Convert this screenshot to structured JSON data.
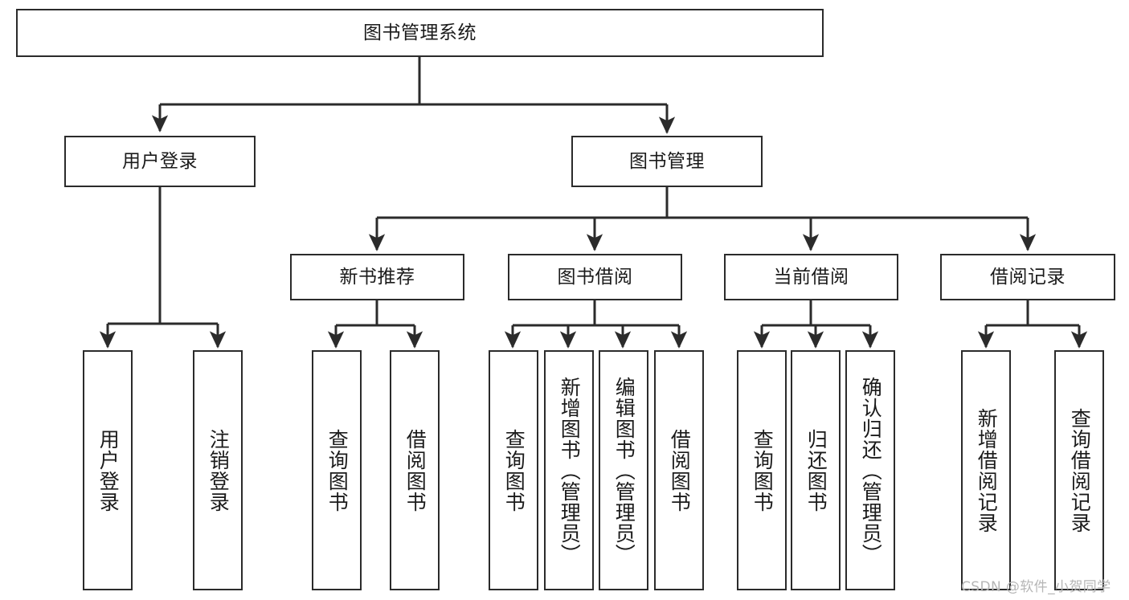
{
  "diagram": {
    "title": "图书管理系统",
    "type": "tree",
    "watermark": "CSDN @软件_小贺同学",
    "colors": {
      "box_border": "#2b2b2b",
      "box_fill": "#ffffff",
      "edge": "#2b2b2b",
      "text": "#1b1b1b",
      "watermark": "#b6b6b6"
    },
    "levels": [
      {
        "level": 1,
        "nodes": [
          {
            "id": "root",
            "label": "图书管理系统",
            "orientation": "horizontal"
          }
        ]
      },
      {
        "level": 2,
        "nodes": [
          {
            "id": "user-login",
            "label": "用户登录",
            "orientation": "horizontal",
            "parent": "root"
          },
          {
            "id": "book-mgmt",
            "label": "图书管理",
            "orientation": "horizontal",
            "parent": "root"
          }
        ]
      },
      {
        "level": 3,
        "nodes": [
          {
            "id": "new-book-rec",
            "label": "新书推荐",
            "orientation": "horizontal",
            "parent": "book-mgmt"
          },
          {
            "id": "book-borrow",
            "label": "图书借阅",
            "orientation": "horizontal",
            "parent": "book-mgmt"
          },
          {
            "id": "current-borrow",
            "label": "当前借阅",
            "orientation": "horizontal",
            "parent": "book-mgmt"
          },
          {
            "id": "borrow-record",
            "label": "借阅记录",
            "orientation": "horizontal",
            "parent": "book-mgmt"
          }
        ]
      },
      {
        "level": 4,
        "nodes": [
          {
            "id": "leaf-user-login",
            "label": "用户登录",
            "orientation": "vertical",
            "parent": "user-login"
          },
          {
            "id": "leaf-logout",
            "label": "注销登录",
            "orientation": "vertical",
            "parent": "user-login"
          },
          {
            "id": "leaf-query-book-1",
            "label": "查询图书",
            "orientation": "vertical",
            "parent": "new-book-rec"
          },
          {
            "id": "leaf-borrow-book-1",
            "label": "借阅图书",
            "orientation": "vertical",
            "parent": "new-book-rec"
          },
          {
            "id": "leaf-query-book-2",
            "label": "查询图书",
            "orientation": "vertical",
            "parent": "book-borrow"
          },
          {
            "id": "leaf-add-book",
            "label": "新增图书（管理员）",
            "orientation": "vertical",
            "parent": "book-borrow"
          },
          {
            "id": "leaf-edit-book",
            "label": "编辑图书（管理员）",
            "orientation": "vertical",
            "parent": "book-borrow"
          },
          {
            "id": "leaf-borrow-book-2",
            "label": "借阅图书",
            "orientation": "vertical",
            "parent": "book-borrow"
          },
          {
            "id": "leaf-query-book-3",
            "label": "查询图书",
            "orientation": "vertical",
            "parent": "current-borrow"
          },
          {
            "id": "leaf-return-book",
            "label": "归还图书",
            "orientation": "vertical",
            "parent": "current-borrow"
          },
          {
            "id": "leaf-confirm-return",
            "label": "确认归还（管理员）",
            "orientation": "vertical",
            "parent": "current-borrow"
          },
          {
            "id": "leaf-add-record",
            "label": "新增借阅记录",
            "orientation": "vertical",
            "parent": "borrow-record"
          },
          {
            "id": "leaf-query-record",
            "label": "查询借阅记录",
            "orientation": "vertical",
            "parent": "borrow-record"
          }
        ]
      }
    ]
  }
}
